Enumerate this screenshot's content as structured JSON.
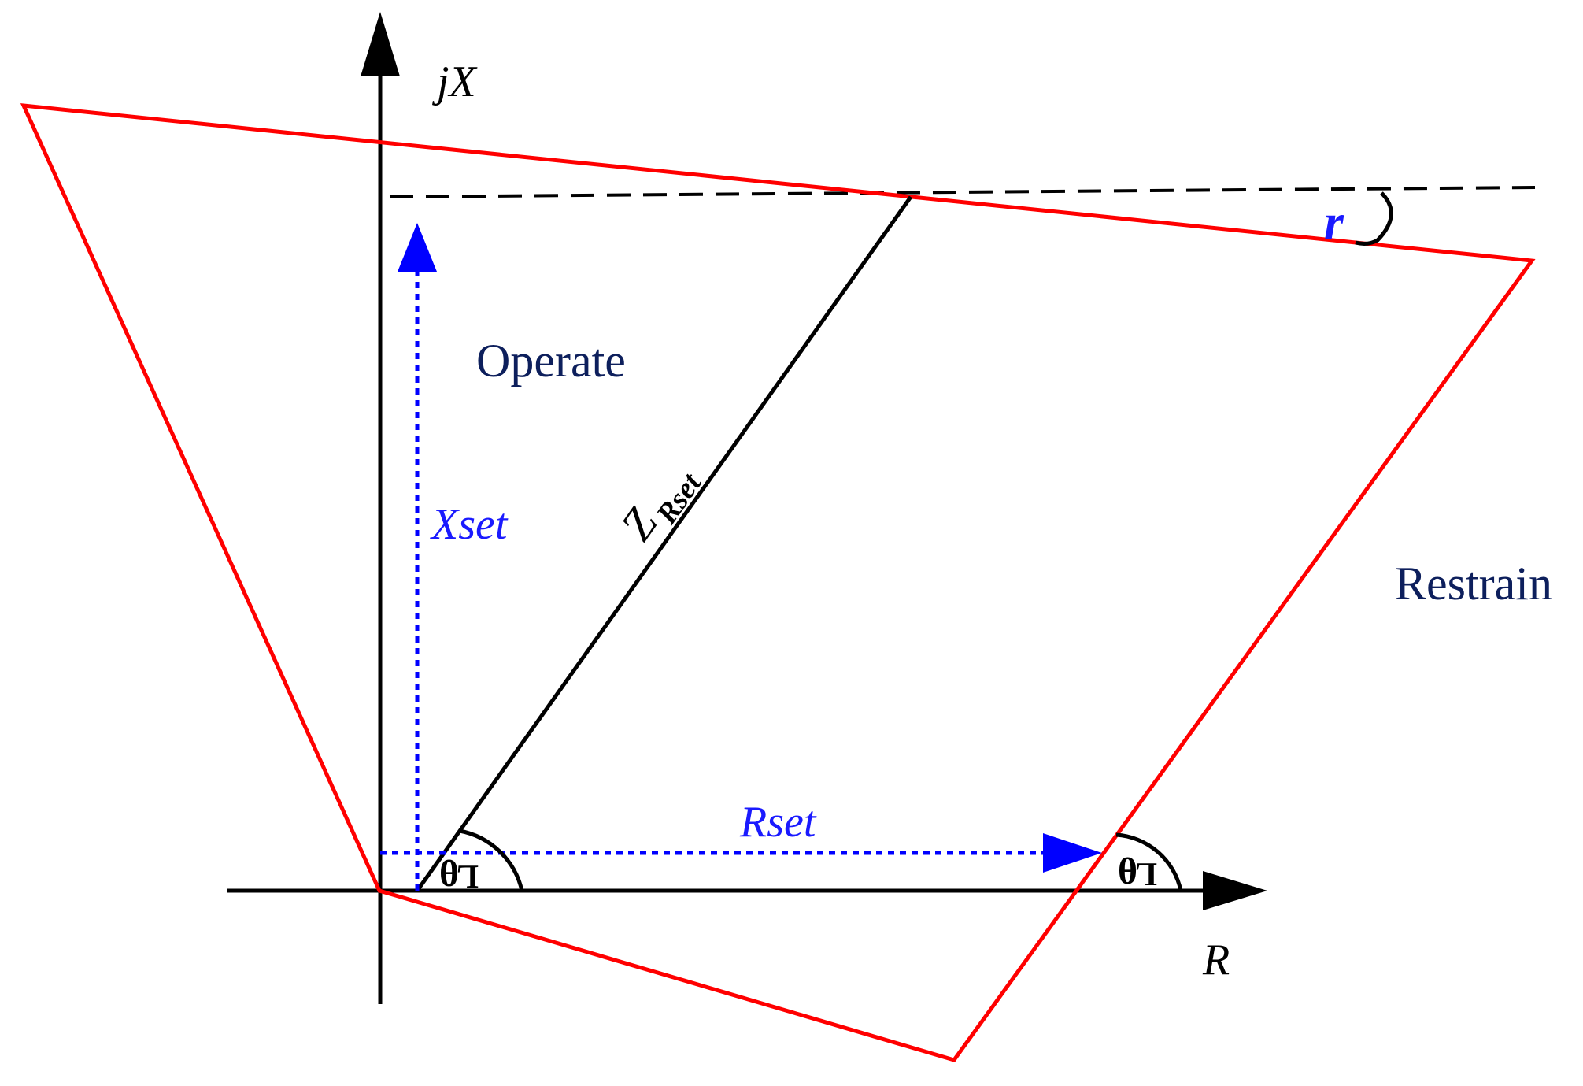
{
  "labels": {
    "y_axis": "jX",
    "x_axis": "R",
    "operate": "Operate",
    "restrain": "Restrain",
    "xset": "Xset",
    "rset": "Rset",
    "zrset_main": "Z",
    "zrset_sub": "Rset",
    "gamma": "r",
    "theta_main": "θ",
    "theta_sub": "L"
  },
  "colors": {
    "axis": "#000000",
    "characteristic": "#ff0000",
    "setting": "#0000ff",
    "region_text": "#0d1f5c",
    "setting_text": "#1a1aff"
  }
}
